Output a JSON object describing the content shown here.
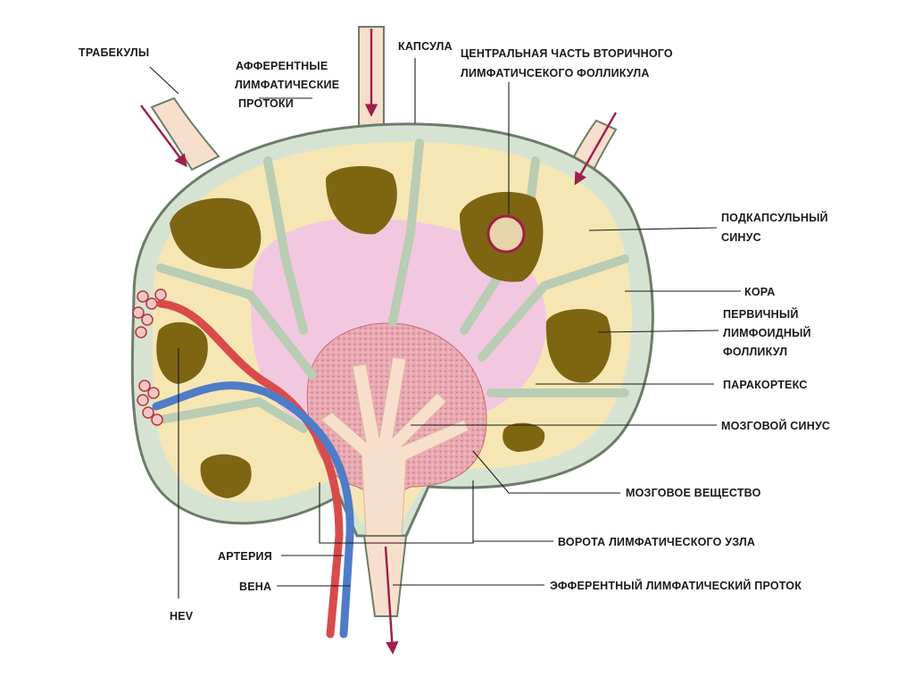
{
  "colors": {
    "capsule": "#d7e3d2",
    "capsule_edge": "#6b7d68",
    "cortex": "#f6e6b4",
    "follicle": "#7d6512",
    "paracortex": "#f2c8e0",
    "medulla": "#e09aa6",
    "medullary_sinus": "#f8dfcc",
    "artery": "#d94b4b",
    "vein": "#4f7cc8",
    "lymph_arrow": "#a01e48"
  },
  "labels": {
    "trabeculae": "ТРАБЕКУЛЫ",
    "afferent_1": "АФФЕРЕНТНЫЕ",
    "afferent_2": "ЛИМФАТИЧЕСКИЕ",
    "afferent_3": "ПРОТОКИ",
    "capsule": "КАПСУЛА",
    "germinal_center_1": "ЦЕНТРАЛЬНАЯ ЧАСТЬ ВТОРИЧНОГО",
    "germinal_center_2": "ЛИМФАТИЧСЕКОГО ФОЛЛИКУЛА",
    "subcapsular_sinus_1": "ПОДКАПСУЛЬНЫЙ",
    "subcapsular_sinus_2": "СИНУС",
    "cortex": "КОРА",
    "primary_follicle_1": "ПЕРВИЧНЫЙ",
    "primary_follicle_2": "ЛИМФОИДНЫЙ",
    "primary_follicle_3": "ФОЛЛИКУЛ",
    "paracortex": "ПАРАКОРТЕКС",
    "medullary_sinus": "МОЗГОВОЙ СИНУС",
    "medulla": "МОЗГОВОЕ ВЕЩЕСТВО",
    "hilum": "ВОРОТА ЛИМФАТИЧЕСКОГО УЗЛА",
    "artery": "АРТЕРИЯ",
    "vein": "ВЕНА",
    "efferent": "ЭФФЕРЕНТНЫЙ ЛИМФАТИЧЕСКИЙ ПРОТОК",
    "hev": "HEV"
  }
}
